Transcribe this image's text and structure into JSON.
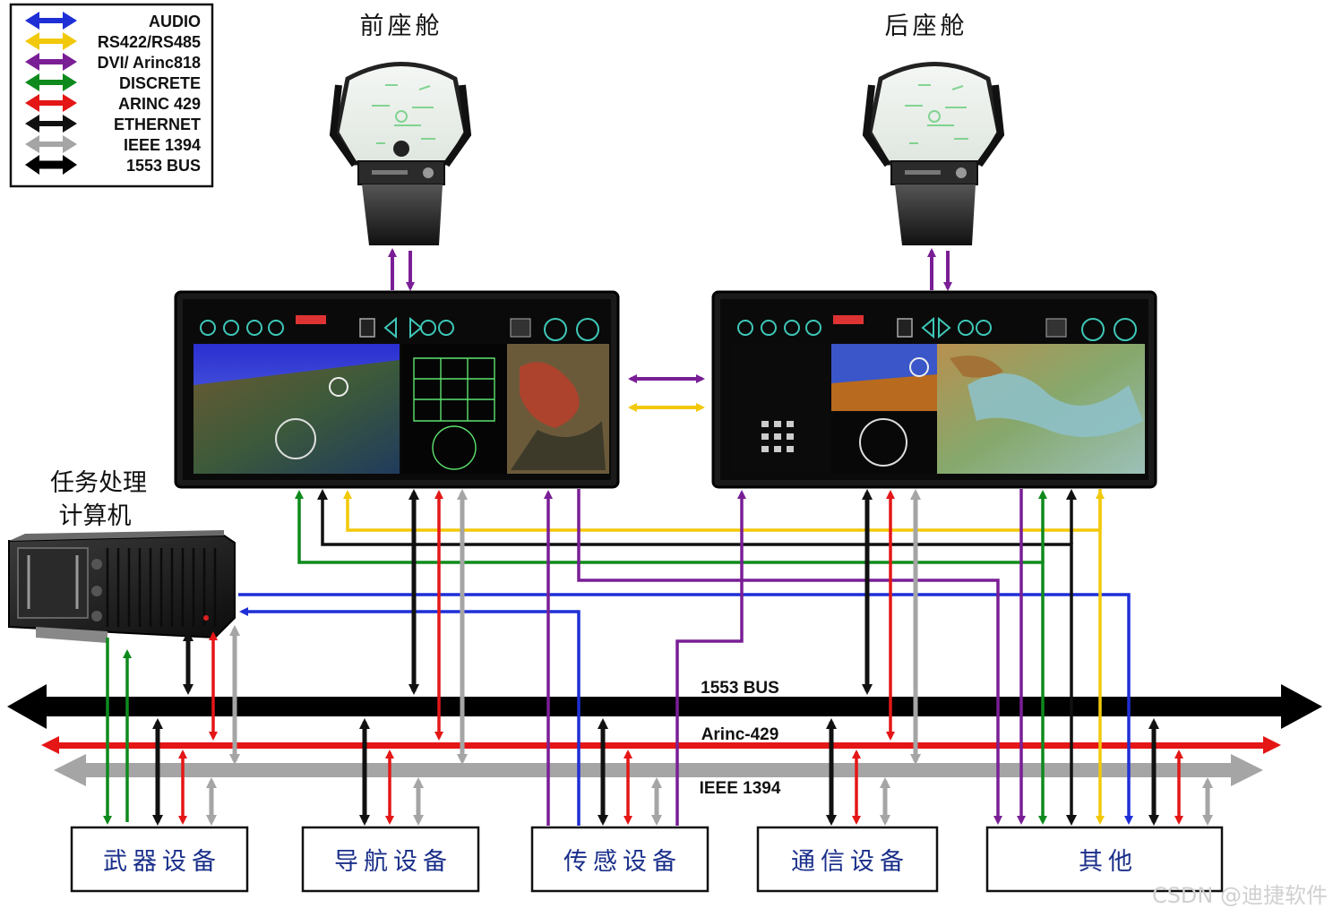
{
  "legend": {
    "items": [
      {
        "label": "AUDIO",
        "color": "#1e2fd6",
        "icon": "double-arrow-icon"
      },
      {
        "label": "RS422/RS485",
        "color": "#f2c90a",
        "icon": "double-arrow-icon"
      },
      {
        "label": "DVI/ Arinc818",
        "color": "#7a1e96",
        "icon": "double-arrow-icon"
      },
      {
        "label": "DISCRETE",
        "color": "#0e8a1c",
        "icon": "double-arrow-icon"
      },
      {
        "label": "ARINC 429",
        "color": "#e41616",
        "icon": "double-arrow-icon"
      },
      {
        "label": "ETHERNET",
        "color": "#111111",
        "icon": "double-arrow-icon"
      },
      {
        "label": "IEEE 1394",
        "color": "#a5a5a5",
        "icon": "double-arrow-icon"
      },
      {
        "label": "1553 BUS",
        "color": "#000000",
        "icon": "double-arrow-icon"
      }
    ]
  },
  "cockpits": {
    "front": "前座舱",
    "rear": "后座舱"
  },
  "mission_computer": {
    "line1": "任务处理",
    "line2": "计算机"
  },
  "buses": {
    "bus1553": "1553 BUS",
    "arinc429": "Arinc-429",
    "ieee1394": "IEEE 1394"
  },
  "equipment": {
    "weapons": "武器设备",
    "navigation": "导航设备",
    "sensors": "传感设备",
    "comms": "通信设备",
    "other": "其他"
  },
  "watermark": "CSDN @迪捷软件",
  "colors": {
    "audio": "#1e2fd6",
    "rs422": "#f2c90a",
    "dvi": "#7a1e96",
    "discrete": "#0e8a1c",
    "arinc429": "#e41616",
    "ethernet": "#111111",
    "ieee1394": "#a5a5a5",
    "bus1553": "#000000",
    "box_text": "#1a2f8a"
  }
}
